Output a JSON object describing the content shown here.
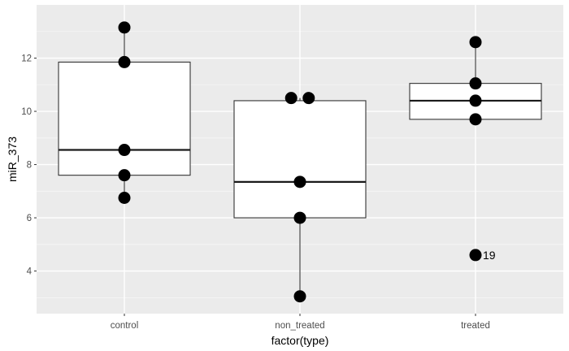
{
  "chart_data": {
    "type": "boxplot",
    "xlabel": "factor(type)",
    "ylabel": "miR_373",
    "ylim": [
      2.4,
      14.0
    ],
    "yticks": [
      4,
      6,
      8,
      10,
      12
    ],
    "grid": true,
    "background": "#ebebeb",
    "categories": [
      "control",
      "non_treated",
      "treated"
    ],
    "boxes": [
      {
        "category": "control",
        "whisker_low": 6.75,
        "q1": 7.6,
        "median": 8.55,
        "q3": 11.85,
        "whisker_high": 13.15
      },
      {
        "category": "non_treated",
        "whisker_low": 3.05,
        "q1": 6.0,
        "median": 7.35,
        "q3": 10.4,
        "whisker_high": 10.5
      },
      {
        "category": "treated",
        "whisker_low": 9.7,
        "q1": 9.7,
        "median": 10.4,
        "q3": 11.05,
        "whisker_high": 12.6
      }
    ],
    "points": [
      {
        "category": "control",
        "offset": 0,
        "y": 13.15
      },
      {
        "category": "control",
        "offset": 0,
        "y": 11.85
      },
      {
        "category": "control",
        "offset": 0,
        "y": 8.55
      },
      {
        "category": "control",
        "offset": 0,
        "y": 7.6
      },
      {
        "category": "control",
        "offset": 0,
        "y": 6.75
      },
      {
        "category": "non_treated",
        "offset": -0.05,
        "y": 10.5
      },
      {
        "category": "non_treated",
        "offset": 0.05,
        "y": 10.5
      },
      {
        "category": "non_treated",
        "offset": 0,
        "y": 7.35
      },
      {
        "category": "non_treated",
        "offset": 0,
        "y": 6.0
      },
      {
        "category": "non_treated",
        "offset": 0,
        "y": 3.05
      },
      {
        "category": "treated",
        "offset": 0,
        "y": 12.6
      },
      {
        "category": "treated",
        "offset": 0,
        "y": 11.05
      },
      {
        "category": "treated",
        "offset": 0,
        "y": 10.4
      },
      {
        "category": "treated",
        "offset": 0,
        "y": 9.7
      },
      {
        "category": "treated",
        "offset": 0,
        "y": 4.6,
        "label": "19"
      }
    ]
  }
}
